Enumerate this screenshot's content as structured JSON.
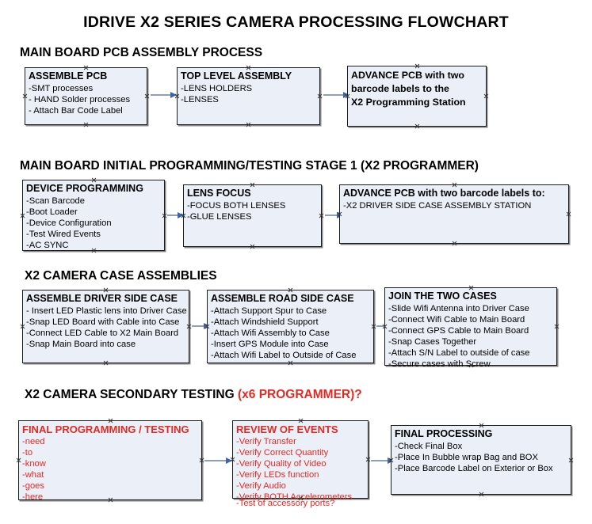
{
  "document": {
    "title": "IDRIVE X2  SERIES CAMERA PROCESSING FLOWCHART"
  },
  "colors": {
    "box_fill": "#eaeff8",
    "box_border": "#1b1b1b",
    "connector": "#8ca0bc",
    "arrowhead": "#3f63a8",
    "accent_red": "#e02b25",
    "text": "#000000"
  },
  "sections": [
    {
      "heading": "MAIN BOARD PCB ASSEMBLY PROCESS",
      "heading_accent": "",
      "boxes": [
        {
          "title": "ASSEMBLE PCB",
          "lines": [
            "-SMT processes",
            "- HAND Solder processes",
            "- Attach Bar Code Label"
          ]
        },
        {
          "title": "TOP LEVEL ASSEMBLY",
          "lines": [
            "-LENS HOLDERS",
            "-LENSES"
          ]
        },
        {
          "title": "",
          "lines": [
            "ADVANCE PCB with two",
            "barcode labels to the",
            " X2 Programming Station"
          ]
        }
      ]
    },
    {
      "heading": "MAIN BOARD INITIAL PROGRAMMING/TESTING STAGE 1 (X2 PROGRAMMER)",
      "heading_accent": "",
      "boxes": [
        {
          "title": "DEVICE PROGRAMMING",
          "lines": [
            "-Scan Barcode",
            "-Boot Loader",
            "-Device Configuration",
            "-Test Wired Events",
            "-AC SYNC"
          ]
        },
        {
          "title": "LENS FOCUS",
          "lines": [
            "-FOCUS BOTH LENSES",
            "-GLUE LENSES"
          ]
        },
        {
          "title": "ADVANCE PCB with two barcode labels to:",
          "lines": [
            "-X2 DRIVER  SIDE  CASE  ASSEMBLY STATION"
          ]
        }
      ]
    },
    {
      "heading": "X2 CAMERA CASE ASSEMBLIES",
      "heading_accent": "",
      "boxes": [
        {
          "title": "ASSEMBLE DRIVER SIDE CASE",
          "lines": [
            "- Insert LED Plastic lens into Driver Case",
            "-Snap LED Board with Cable into Case",
            "-Connect LED Cable to X2 Main Board",
            "-Snap Main Board into case"
          ]
        },
        {
          "title": "ASSEMBLE ROAD SIDE CASE",
          "lines": [
            "-Attach Support Spur to Case",
            "-Attach Windshield Support",
            "-Attach Wifi Assembly to Case",
            "-Insert GPS Module into Case",
            "-Attach Wifi Label to Outside of Case"
          ]
        },
        {
          "title": "JOIN THE TWO CASES",
          "lines": [
            "-Slide Wifi Antenna into Driver Case",
            "-Connect Wifi Cable to Main Board",
            "-Connect GPS Cable to Main Board",
            "-Snap Cases Together",
            "-Attach S/N Label to outside of case",
            "-Secure cases with Screw"
          ]
        }
      ]
    },
    {
      "heading": "X2 CAMERA SECONDARY TESTING  ",
      "heading_accent": "(x6 PROGRAMMER)?",
      "boxes": [
        {
          "title": "FINAL PROGRAMMING / TESTING",
          "lines": [
            "-need",
            "-to",
            "-know",
            "-what",
            "-goes",
            "-here"
          ]
        },
        {
          "title": "REVIEW OF EVENTS",
          "lines": [
            "-Verify Transfer",
            "-Verify Correct Quantity",
            "-Verify Quality of Video",
            "-Verify LEDs function",
            "-Verify Audio",
            "-Verify BOTH Accelerometers"
          ],
          "overflow_line": "-Test of accessory ports?"
        },
        {
          "title": "FINAL PROCESSING",
          "lines": [
            " -Check Final Box",
            "-Place In Bubble wrap Bag and BOX",
            "-Place Barcode Label on Exterior or Box"
          ]
        }
      ]
    }
  ]
}
